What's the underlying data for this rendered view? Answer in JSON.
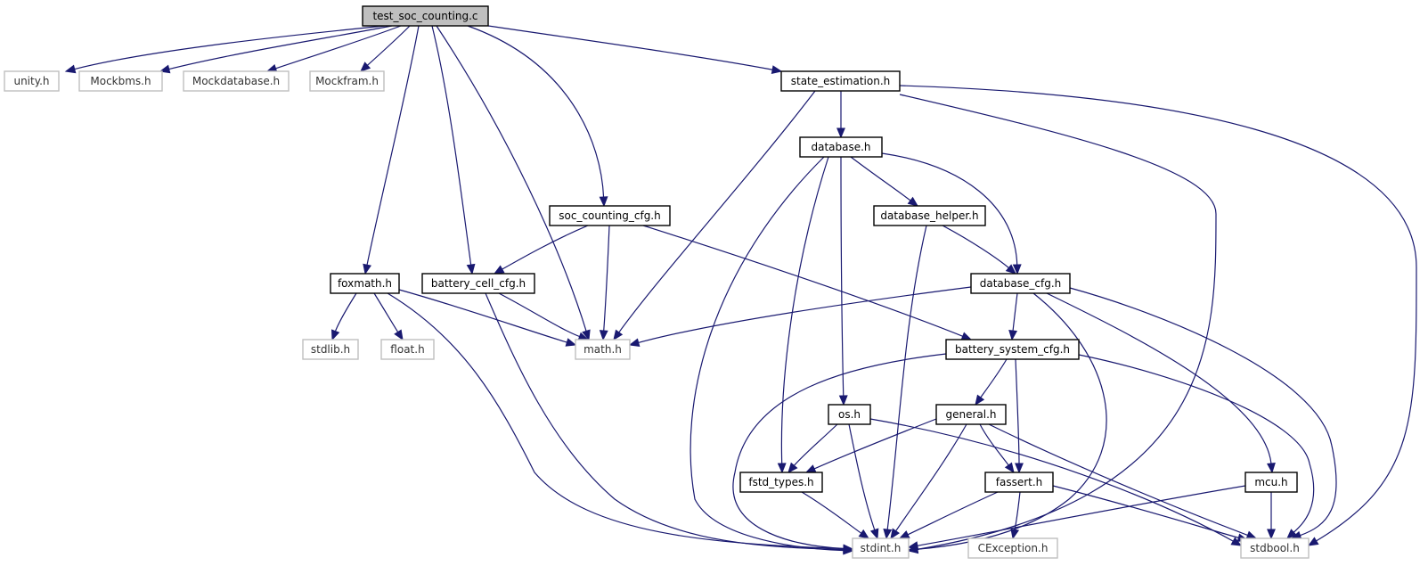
{
  "diagram": {
    "type": "include-dependency-graph",
    "colors": {
      "edge": "#191970",
      "internal_border": "#000000",
      "external_border": "#bfbfbf",
      "root_fill": "#bfbfbf"
    },
    "nodes": [
      {
        "id": "test_soc_counting_c",
        "label": "test_soc_counting.c",
        "kind": "root"
      },
      {
        "id": "unity_h",
        "label": "unity.h",
        "kind": "external"
      },
      {
        "id": "mockbms_h",
        "label": "Mockbms.h",
        "kind": "external"
      },
      {
        "id": "mockdatabase_h",
        "label": "Mockdatabase.h",
        "kind": "external"
      },
      {
        "id": "mockfram_h",
        "label": "Mockfram.h",
        "kind": "external"
      },
      {
        "id": "state_estimation_h",
        "label": "state_estimation.h",
        "kind": "internal"
      },
      {
        "id": "database_h",
        "label": "database.h",
        "kind": "internal"
      },
      {
        "id": "soc_counting_cfg_h",
        "label": "soc_counting_cfg.h",
        "kind": "internal"
      },
      {
        "id": "database_helper_h",
        "label": "database_helper.h",
        "kind": "internal"
      },
      {
        "id": "foxmath_h",
        "label": "foxmath.h",
        "kind": "internal"
      },
      {
        "id": "battery_cell_cfg_h",
        "label": "battery_cell_cfg.h",
        "kind": "internal"
      },
      {
        "id": "database_cfg_h",
        "label": "database_cfg.h",
        "kind": "internal"
      },
      {
        "id": "stdlib_h",
        "label": "stdlib.h",
        "kind": "external"
      },
      {
        "id": "float_h",
        "label": "float.h",
        "kind": "external"
      },
      {
        "id": "math_h",
        "label": "math.h",
        "kind": "external"
      },
      {
        "id": "battery_system_cfg_h",
        "label": "battery_system_cfg.h",
        "kind": "internal"
      },
      {
        "id": "os_h",
        "label": "os.h",
        "kind": "internal"
      },
      {
        "id": "general_h",
        "label": "general.h",
        "kind": "internal"
      },
      {
        "id": "fstd_types_h",
        "label": "fstd_types.h",
        "kind": "internal"
      },
      {
        "id": "fassert_h",
        "label": "fassert.h",
        "kind": "internal"
      },
      {
        "id": "mcu_h",
        "label": "mcu.h",
        "kind": "internal"
      },
      {
        "id": "stdint_h",
        "label": "stdint.h",
        "kind": "external"
      },
      {
        "id": "cexception_h",
        "label": "CException.h",
        "kind": "external"
      },
      {
        "id": "stdbool_h",
        "label": "stdbool.h",
        "kind": "external"
      }
    ],
    "edges": [
      {
        "from": "test_soc_counting_c",
        "to": "unity_h"
      },
      {
        "from": "test_soc_counting_c",
        "to": "mockbms_h"
      },
      {
        "from": "test_soc_counting_c",
        "to": "mockdatabase_h"
      },
      {
        "from": "test_soc_counting_c",
        "to": "mockfram_h"
      },
      {
        "from": "test_soc_counting_c",
        "to": "state_estimation_h"
      },
      {
        "from": "test_soc_counting_c",
        "to": "foxmath_h"
      },
      {
        "from": "test_soc_counting_c",
        "to": "battery_cell_cfg_h"
      },
      {
        "from": "test_soc_counting_c",
        "to": "math_h"
      },
      {
        "from": "test_soc_counting_c",
        "to": "soc_counting_cfg_h"
      },
      {
        "from": "state_estimation_h",
        "to": "database_h"
      },
      {
        "from": "state_estimation_h",
        "to": "math_h"
      },
      {
        "from": "state_estimation_h",
        "to": "stdint_h"
      },
      {
        "from": "state_estimation_h",
        "to": "stdbool_h"
      },
      {
        "from": "database_h",
        "to": "database_helper_h"
      },
      {
        "from": "database_h",
        "to": "database_cfg_h"
      },
      {
        "from": "database_h",
        "to": "os_h"
      },
      {
        "from": "database_h",
        "to": "fstd_types_h"
      },
      {
        "from": "database_h",
        "to": "stdint_h"
      },
      {
        "from": "soc_counting_cfg_h",
        "to": "battery_cell_cfg_h"
      },
      {
        "from": "soc_counting_cfg_h",
        "to": "math_h"
      },
      {
        "from": "soc_counting_cfg_h",
        "to": "battery_system_cfg_h"
      },
      {
        "from": "database_helper_h",
        "to": "database_cfg_h"
      },
      {
        "from": "database_helper_h",
        "to": "stdint_h"
      },
      {
        "from": "foxmath_h",
        "to": "stdlib_h"
      },
      {
        "from": "foxmath_h",
        "to": "float_h"
      },
      {
        "from": "foxmath_h",
        "to": "math_h"
      },
      {
        "from": "foxmath_h",
        "to": "stdint_h"
      },
      {
        "from": "battery_cell_cfg_h",
        "to": "math_h"
      },
      {
        "from": "battery_cell_cfg_h",
        "to": "stdint_h"
      },
      {
        "from": "database_cfg_h",
        "to": "math_h"
      },
      {
        "from": "database_cfg_h",
        "to": "battery_system_cfg_h"
      },
      {
        "from": "database_cfg_h",
        "to": "mcu_h"
      },
      {
        "from": "database_cfg_h",
        "to": "stdint_h"
      },
      {
        "from": "database_cfg_h",
        "to": "stdbool_h"
      },
      {
        "from": "battery_system_cfg_h",
        "to": "general_h"
      },
      {
        "from": "battery_system_cfg_h",
        "to": "fassert_h"
      },
      {
        "from": "battery_system_cfg_h",
        "to": "stdint_h"
      },
      {
        "from": "battery_system_cfg_h",
        "to": "stdbool_h"
      },
      {
        "from": "os_h",
        "to": "fstd_types_h"
      },
      {
        "from": "os_h",
        "to": "stdint_h"
      },
      {
        "from": "os_h",
        "to": "stdbool_h"
      },
      {
        "from": "general_h",
        "to": "fstd_types_h"
      },
      {
        "from": "general_h",
        "to": "fassert_h"
      },
      {
        "from": "general_h",
        "to": "stdint_h"
      },
      {
        "from": "general_h",
        "to": "stdbool_h"
      },
      {
        "from": "fstd_types_h",
        "to": "stdint_h"
      },
      {
        "from": "fassert_h",
        "to": "stdint_h"
      },
      {
        "from": "fassert_h",
        "to": "cexception_h"
      },
      {
        "from": "fassert_h",
        "to": "stdbool_h"
      },
      {
        "from": "mcu_h",
        "to": "stdint_h"
      },
      {
        "from": "mcu_h",
        "to": "stdbool_h"
      }
    ]
  }
}
